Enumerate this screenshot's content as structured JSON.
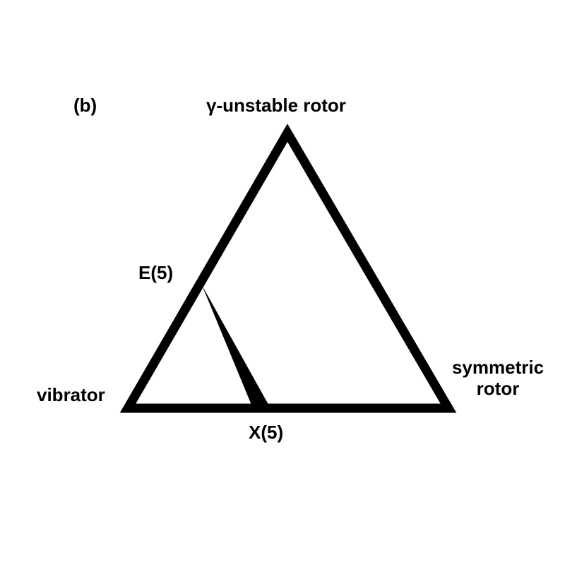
{
  "panel_label": "(b)",
  "vertices": {
    "top": "γ-unstable rotor",
    "bottom_left": "vibrator",
    "bottom_right_line1": "symmetric",
    "bottom_right_line2": "rotor"
  },
  "critical_points": {
    "left_edge": "E(5)",
    "bottom_edge": "X(5)"
  },
  "colors": {
    "stroke": "#000000",
    "background": "#ffffff",
    "text": "#000000"
  }
}
